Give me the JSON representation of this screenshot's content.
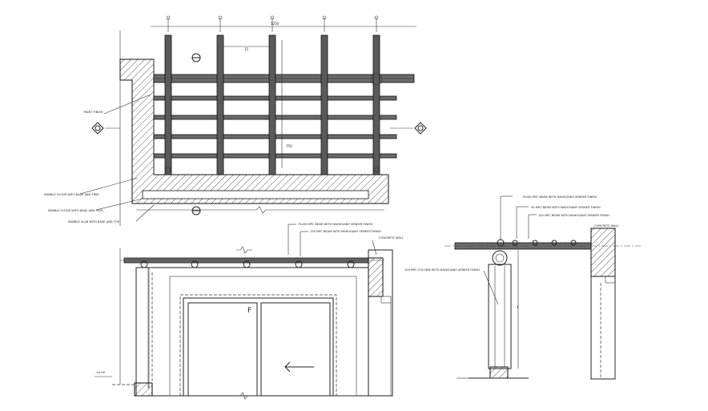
{
  "drawing": {
    "plan_labels": {
      "label_a": "PAINT FINISH",
      "label_b": "MARBLE FLOOR WITH BASE AND TRIM",
      "label_c": "MARBLE FLOOR WITH BASE AND POOL",
      "label_d": "MARBLE SLAB WITH BASE AND TOP"
    },
    "plan_dims": {
      "top": "1250",
      "mid": "15",
      "vert": "750"
    },
    "front_labels": {
      "beam_a": "75x50 MPC BEAM WITH MAHOGANY VENEER FINISH",
      "beam_b": "150 MPC BEAM WITH MAHOGANY VENEER FINISH",
      "wall": "CONCRETE WALL",
      "level": "±0.00"
    },
    "section_labels": {
      "beam_top": "75x50 MPC BEAM WITH MAHOGANY VENEER FINISH",
      "beam_mid": "50 MPC BEAM WITH MAHOGANY VENEER FINISH",
      "beam_low": "150 MPC BEAM WITH MAHOGANY VENEER FINISH",
      "wall": "CONCRETE WALL",
      "column": "200 MPC COLUMN WITH MAHOGANY VENEER FINISH"
    },
    "door_mark": "F",
    "arrow_glyph": "⟵"
  }
}
